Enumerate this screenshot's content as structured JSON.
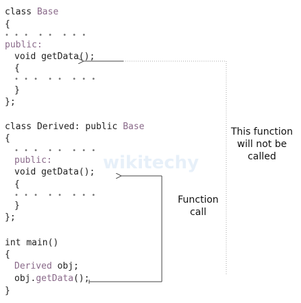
{
  "code": {
    "line1_kw": "class",
    "line1_name": "Base",
    "brace_open": "{",
    "dots_a": "• • •  • •  • • •",
    "public1": "public:",
    "getdata1_kw": "void",
    "getdata1_fn": "getData();",
    "open2": "{",
    "dots_b": "• • •  • •  • • •",
    "close2": "}",
    "close1": "};",
    "derived_kw": "class",
    "derived_name": "Derived:",
    "derived_public": "public",
    "derived_base": "Base",
    "d_open": "{",
    "dots_c": "• • •  • •  • • •",
    "public2": "public:",
    "getdata2_kw": "void",
    "getdata2_fn": "getData();",
    "open3": "{",
    "dots_d": "• • •  • •  • • •",
    "close3": "}",
    "d_close": "};",
    "main_kw": "int",
    "main_fn": "main()",
    "m_open": "{",
    "obj_type": "Derived",
    "obj_name": "obj;",
    "obj_call_a": "obj.",
    "obj_call_b": "getData",
    "obj_call_c": "();",
    "m_close": "}"
  },
  "notes": {
    "not_called_1": "This function",
    "not_called_2": "will not be",
    "not_called_3": "called",
    "call_1": "Function",
    "call_2": "call"
  },
  "watermark": "wikitechy",
  "colors": {
    "identifier": "#8a6a8a",
    "text": "#222222",
    "arrow": "#444444",
    "dotted_line": "#aaaaaa"
  }
}
